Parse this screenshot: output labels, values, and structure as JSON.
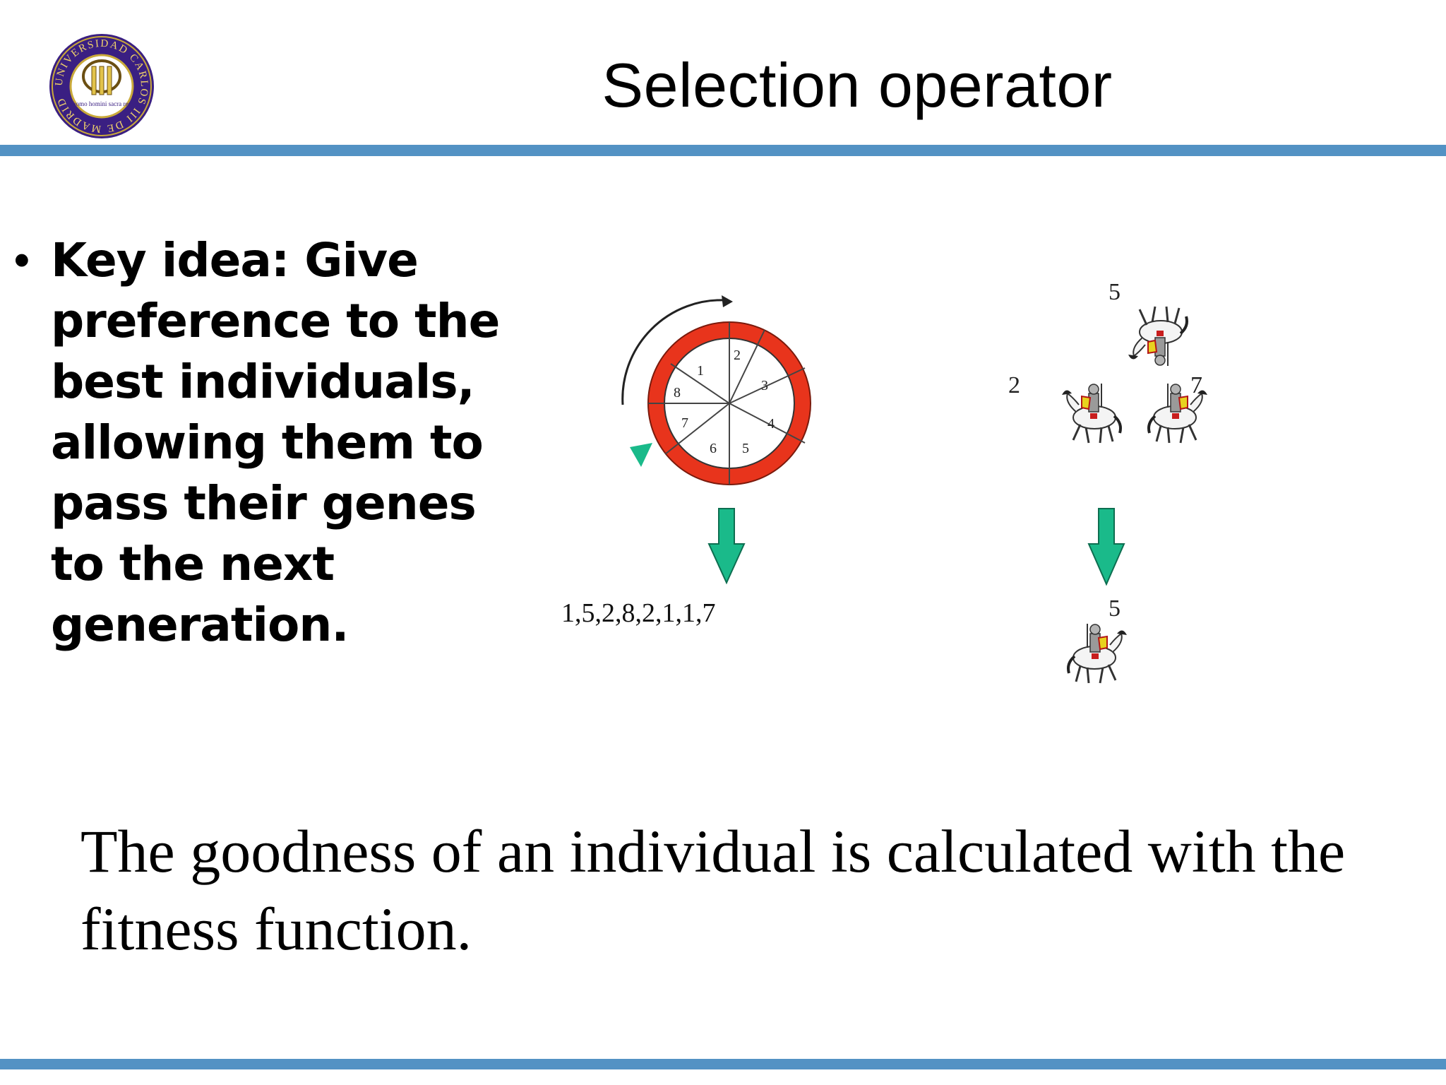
{
  "slide": {
    "title": "Selection operator",
    "bullet": "Key idea: Give preference to the best individuals, allowing them to pass their genes to the next generation.",
    "bullet_marker": "•",
    "footer_text": "The goodness of an individual is calculated with the fitness function.",
    "accent_color": "#5392c4"
  },
  "logo": {
    "ring_text": "UNIVERSIDAD CARLOS III DE MADRID",
    "center_text": "homo homini sacra res"
  },
  "roulette": {
    "segments": [
      "1",
      "2",
      "3",
      "4",
      "5",
      "6",
      "7",
      "8"
    ],
    "result_sequence": "1,5,2,8,2,1,1,7",
    "ring_color": "#e8341c",
    "arrow_color": "#1aba8a"
  },
  "tournament": {
    "competitors": [
      "5",
      "2",
      "7"
    ],
    "winner": "5"
  }
}
